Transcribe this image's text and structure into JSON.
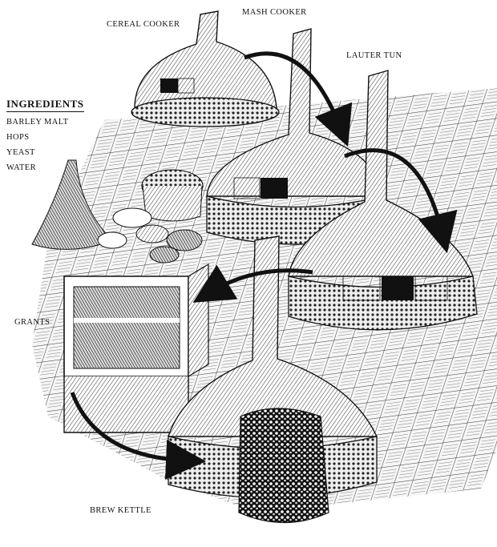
{
  "labels": {
    "cereal_cooker": "CEREAL COOKER",
    "mash_cooker": "MASH COOKER",
    "lauter_tun": "LAUTER TUN",
    "grants": "GRANTS",
    "brew_kettle": "BREW KETTLE"
  },
  "ingredients": {
    "title": "INGREDIENTS",
    "items": [
      "BARLEY MALT",
      "HOPS",
      "YEAST",
      "WATER"
    ]
  }
}
